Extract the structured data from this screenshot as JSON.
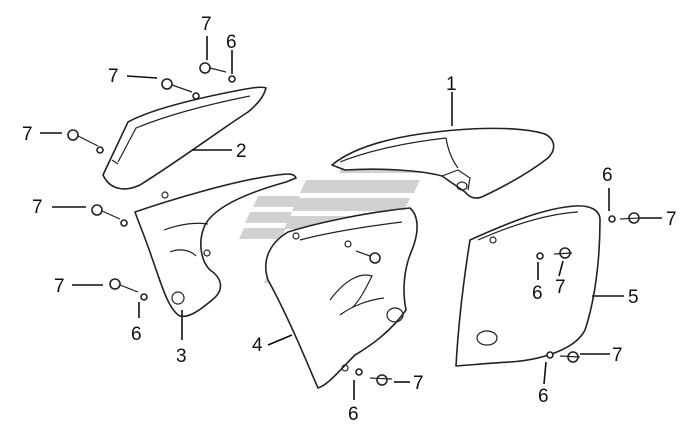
{
  "callouts": {
    "p1": "1",
    "p2": "2",
    "p3": "3",
    "p4": "4",
    "p5": "5",
    "bolt_a": "7",
    "bolt_b": "7",
    "bolt_c": "7",
    "bolt_d": "7",
    "bolt_e": "7",
    "bolt_f": "7",
    "bolt_g": "7",
    "bolt_h": "7",
    "bolt_i": "7",
    "washer_a": "6",
    "washer_b": "6",
    "washer_c": "6",
    "washer_d": "6",
    "washer_e": "6",
    "washer_f": "6"
  }
}
